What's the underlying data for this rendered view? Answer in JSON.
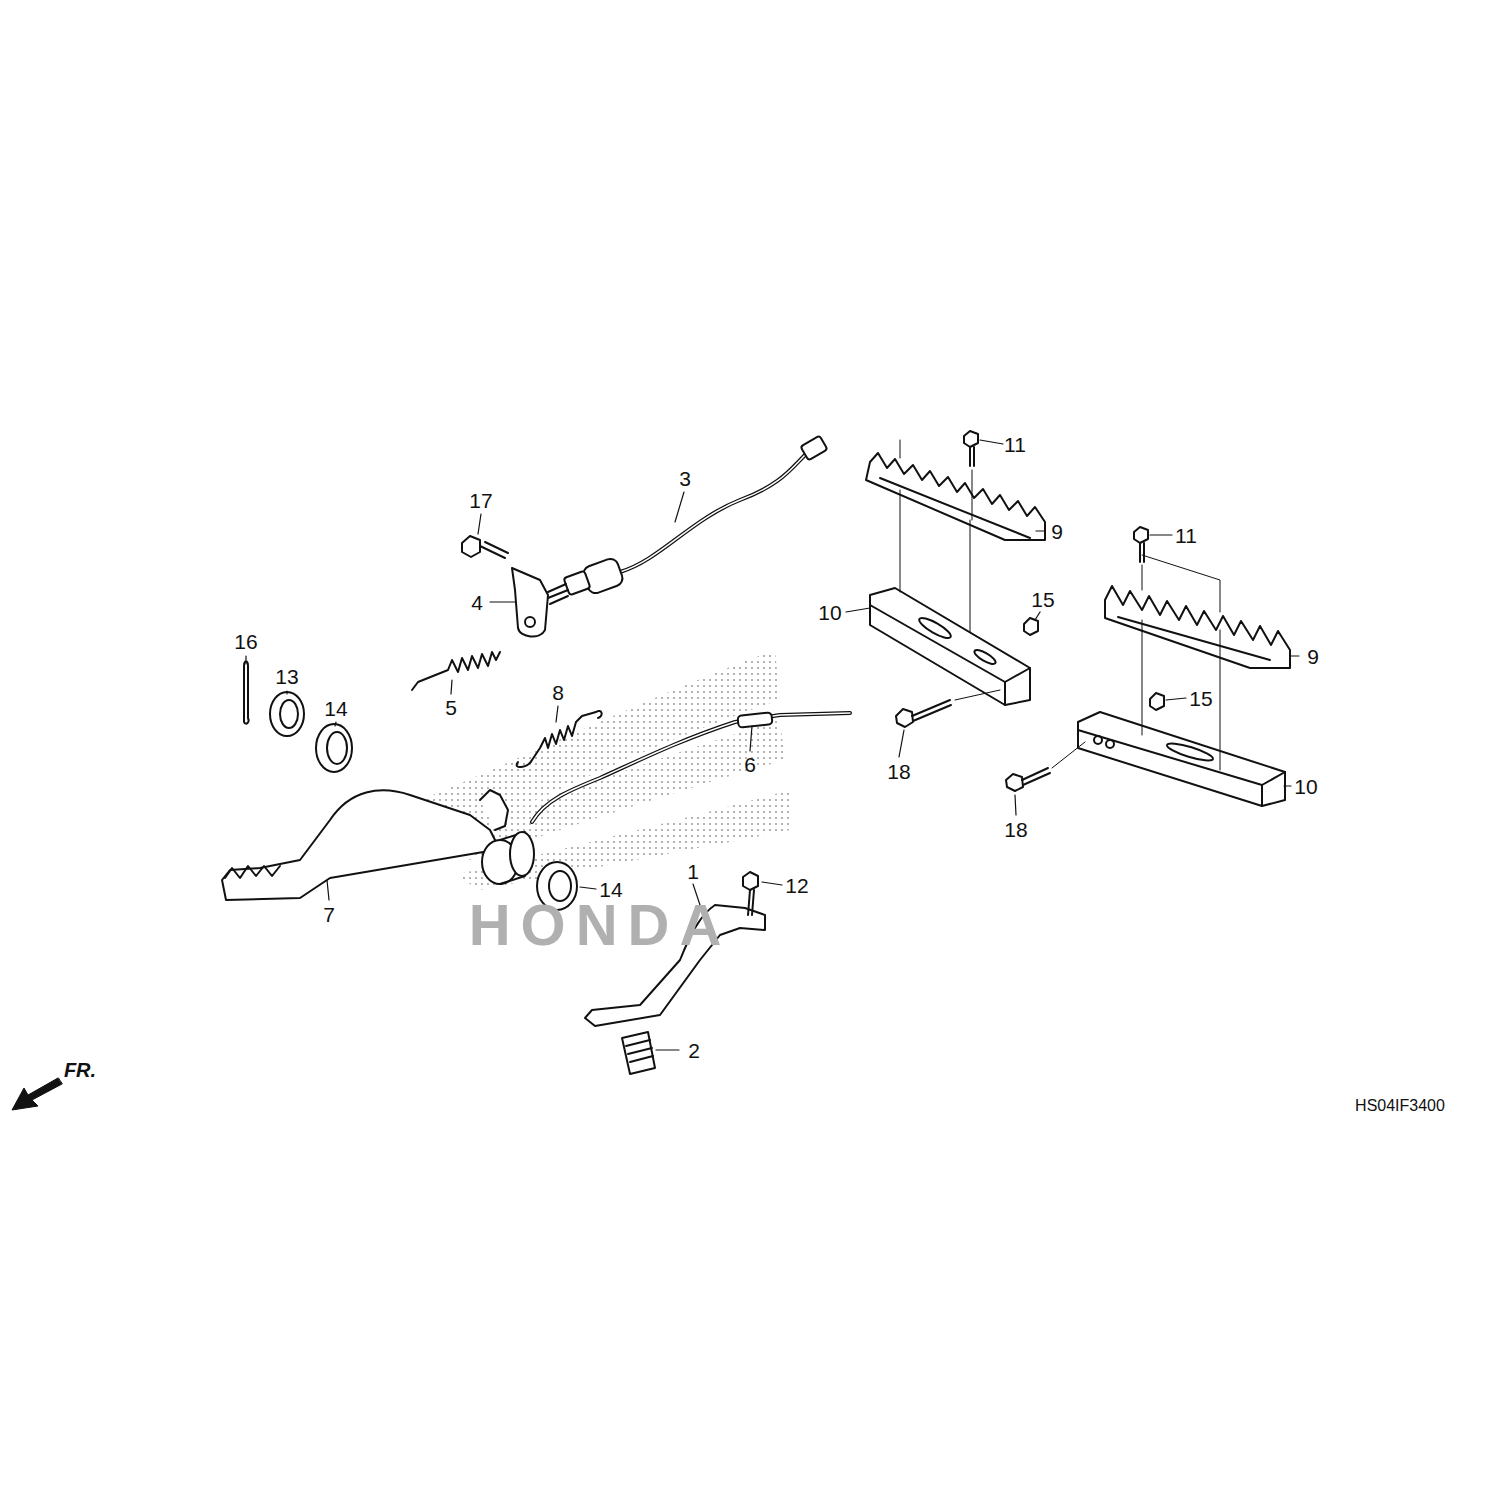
{
  "diagram": {
    "labels": [
      "11",
      "3",
      "17",
      "9",
      "11",
      "4",
      "15",
      "10",
      "16",
      "9",
      "13",
      "8",
      "14",
      "5",
      "15",
      "6",
      "18",
      "10",
      "18",
      "14",
      "1",
      "12",
      "7",
      "2",
      "FR.",
      "HS04IF3400",
      "HONDA"
    ]
  }
}
